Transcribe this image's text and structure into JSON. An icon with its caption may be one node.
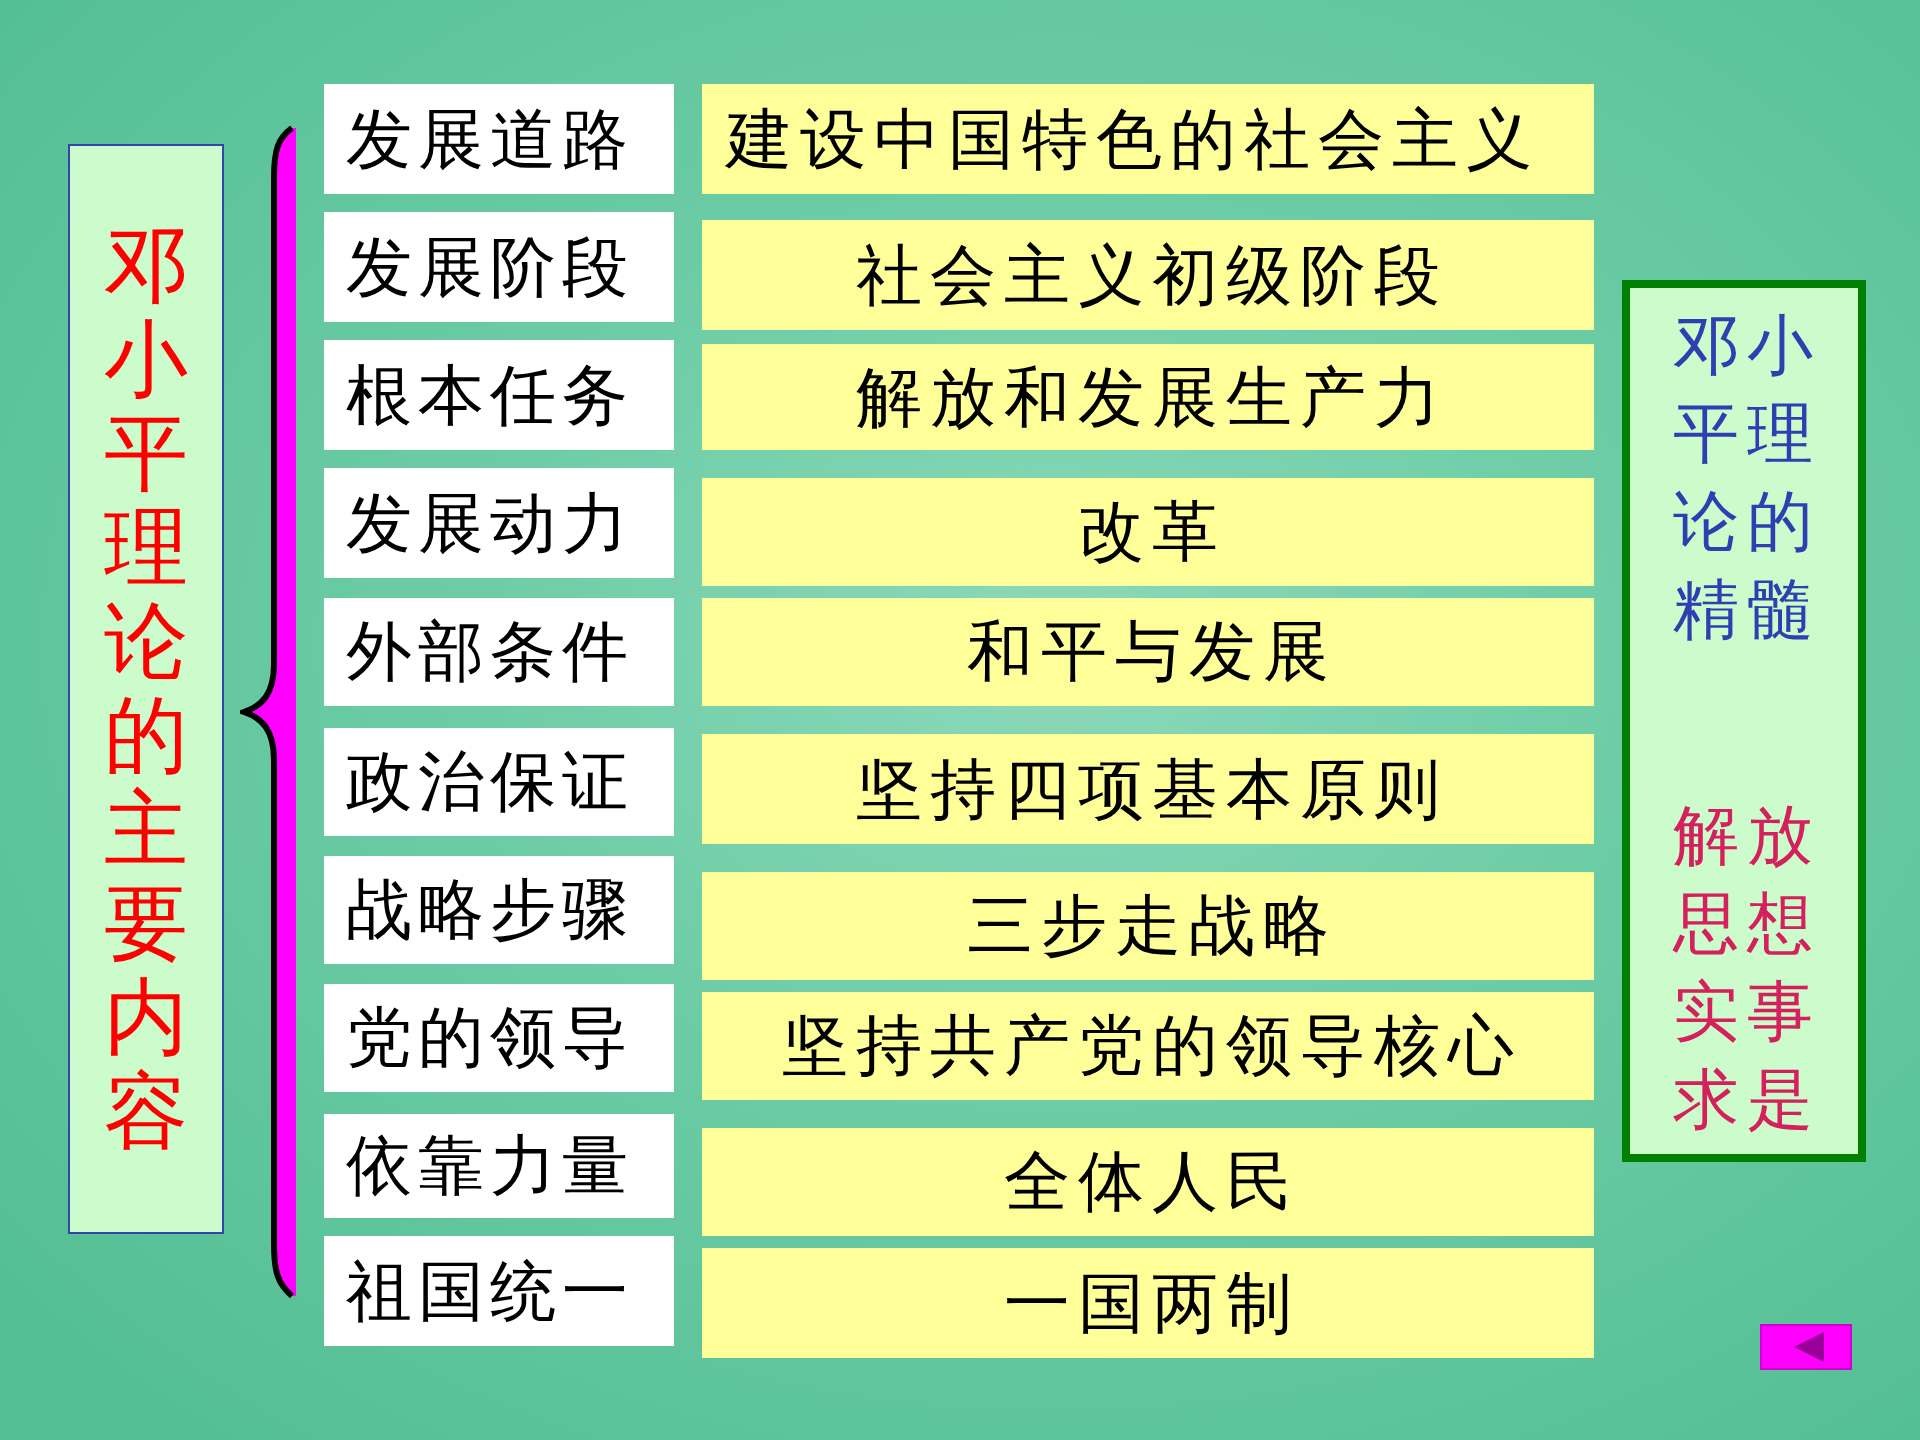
{
  "diagram": {
    "nodes": [
      {
        "text": [
          "邓小平理论的主要内容"
        ]
      },
      {
        "text": [
          "发展道路"
        ]
      },
      {
        "text": [
          "建设中国特色的社会主义"
        ]
      },
      {
        "text": [
          "发展阶段"
        ]
      },
      {
        "text": [
          "社会主义初级阶段"
        ]
      },
      {
        "text": [
          "根本任务"
        ]
      },
      {
        "text": [
          "解放和发展生产力"
        ]
      },
      {
        "text": [
          "发展动力"
        ]
      },
      {
        "text": [
          "改革"
        ]
      },
      {
        "text": [
          "外部条件"
        ]
      },
      {
        "text": [
          "和平与发展"
        ]
      },
      {
        "text": [
          "政治保证"
        ]
      },
      {
        "text": [
          "坚持四项基本原则"
        ]
      },
      {
        "text": [
          "战略步骤"
        ]
      },
      {
        "text": [
          "三步走战略"
        ]
      },
      {
        "text": [
          "党的领导"
        ]
      },
      {
        "text": [
          "坚持共产党的领导核心"
        ]
      },
      {
        "text": [
          "依靠力量"
        ]
      },
      {
        "text": [
          "全体人民"
        ]
      },
      {
        "text": [
          "祖国统一"
        ]
      },
      {
        "text": [
          "一国两制"
        ]
      },
      {
        "text": [
          "邓小平理论的精髓",
          "解放思想实事求是"
        ]
      }
    ]
  }
}
